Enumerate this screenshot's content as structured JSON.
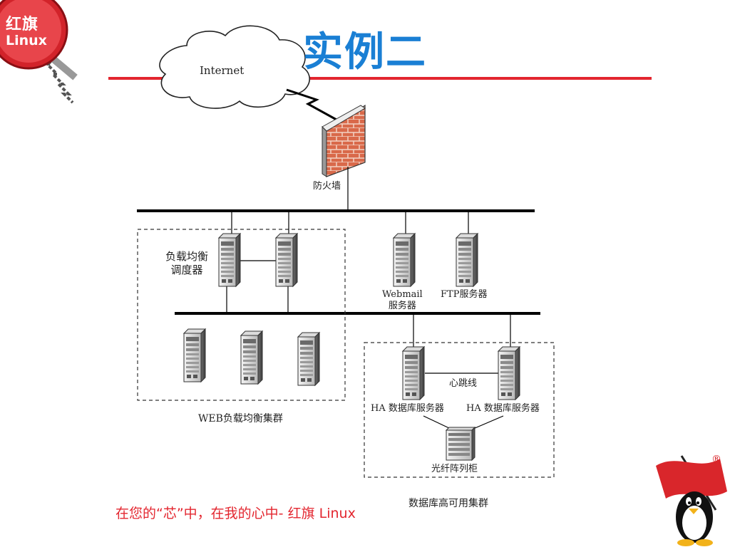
{
  "slide": {
    "title": "实例二",
    "slogan": "在您的“芯”中，在我的心中- 红旗 Linux"
  },
  "logo": {
    "line1": "红旗",
    "line2": "Linux"
  },
  "registered_mark": "®",
  "diagram": {
    "internet_label": "Internet",
    "firewall_label": "防火墙",
    "load_balancer_label_line1": "负载均衡",
    "load_balancer_label_line2": "调度器",
    "webmail_label_line1": "Webmail",
    "webmail_label_line2": "服务器",
    "ftp_label": "FTP服务器",
    "heartbeat_label": "心跳线",
    "ha_db_left_label": "HA  数据库服务器",
    "ha_db_right_label": "HA  数据库服务器",
    "storage_label": "光纤阵列柜",
    "web_cluster_label": "WEB负载均衡集群",
    "db_cluster_label": "数据库高可用集群"
  },
  "colors": {
    "title_blue": "#1a7fd4",
    "divider_red": "#e3262f",
    "brick": "#d9694a",
    "flag_red": "#d9262b"
  }
}
